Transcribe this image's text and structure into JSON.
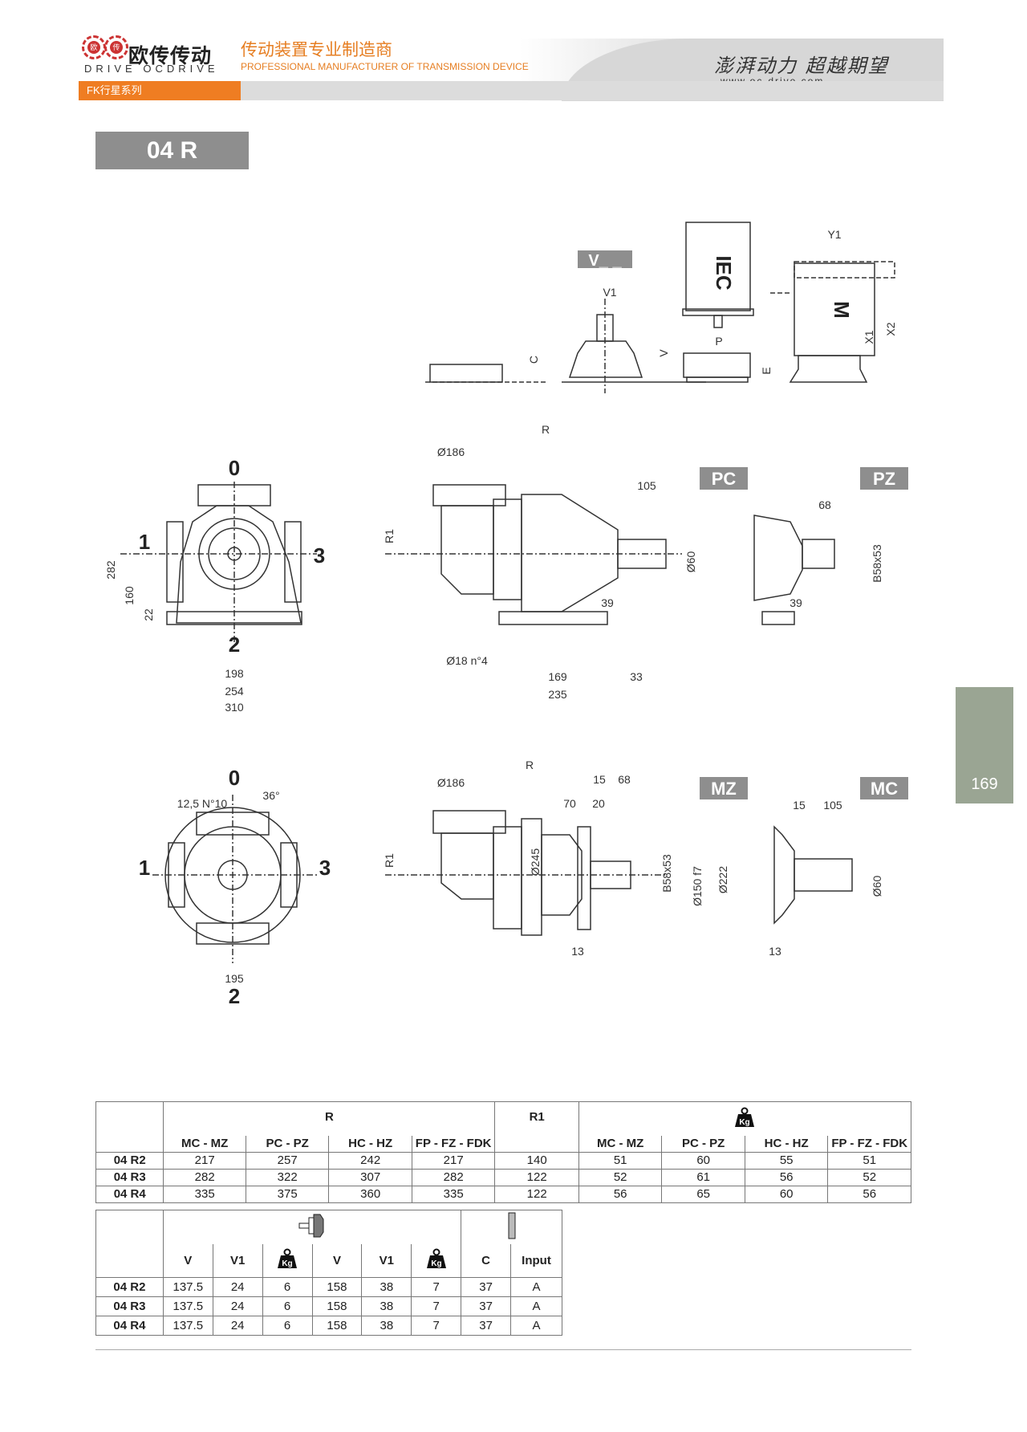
{
  "header": {
    "brand_cn": "欧传传动",
    "brand_en": "DRIVE OCDRIVE",
    "logo_left": "欧",
    "logo_right": "传",
    "tagline_cn": "传动装置专业制造商",
    "tagline_en": "PROFESSIONAL MANUFACTURER OF TRANSMISSION DEVICE",
    "slogan": "澎湃动力 超越期望",
    "website": "www.oc-drive.com",
    "series": "FK行星系列"
  },
  "model": "04 R",
  "page_number": "169",
  "drawing": {
    "labels": {
      "v_box": "V_ _",
      "iec": "IEC",
      "m": "M",
      "pc": "PC",
      "pz": "PZ",
      "mz": "MZ",
      "mc": "MC",
      "pos0": "0",
      "pos1": "1",
      "pos2": "2",
      "pos3": "3",
      "pos0b": "0",
      "pos1b": "1",
      "pos2b": "2",
      "pos3b": "3"
    },
    "dims": {
      "v1": "V1",
      "c": "C",
      "v": "V",
      "p": "P",
      "e": "E",
      "y1": "Y1",
      "x1": "X1",
      "x2": "X2",
      "d282": "282",
      "d160": "160",
      "d22": "22",
      "d198": "198",
      "d254": "254",
      "d310": "310",
      "r": "R",
      "r1": "R1",
      "d186": "Ø186",
      "d105": "105",
      "d60": "Ø60",
      "d39": "39",
      "d18": "Ø18 n°4",
      "d169": "169",
      "d235": "235",
      "d33": "33",
      "d68": "68",
      "b58": "B58x53",
      "d39b": "39",
      "d125": "12,5 N°10",
      "d36": "36°",
      "d195": "195",
      "r_b": "R",
      "d186b": "Ø186",
      "d15": "15",
      "d68b": "68",
      "d70": "70",
      "d20": "20",
      "r1b": "R1",
      "d245": "Ø245",
      "b58b": "B58x53",
      "d150": "Ø150 f7",
      "d222": "Ø222",
      "d13": "13",
      "d15b": "15",
      "d105b": "105",
      "d60b": "Ø60",
      "d13b": "13"
    }
  },
  "table1": {
    "group_r": "R",
    "group_r1": "R1",
    "group_kg_icon": "weight-icon",
    "kg": "Kg",
    "subheaders": [
      "MC - MZ",
      "PC - PZ",
      "HC - HZ",
      "FP - FZ - FDK"
    ],
    "kg_subheaders": [
      "MC - MZ",
      "PC - PZ",
      "HC - HZ",
      "FP - FZ - FDK"
    ],
    "rows": [
      {
        "label": "04 R2",
        "r": [
          "217",
          "257",
          "242",
          "217"
        ],
        "r1": "140",
        "kg": [
          "51",
          "60",
          "55",
          "51"
        ]
      },
      {
        "label": "04 R3",
        "r": [
          "282",
          "322",
          "307",
          "282"
        ],
        "r1": "122",
        "kg": [
          "52",
          "61",
          "56",
          "52"
        ]
      },
      {
        "label": "04 R4",
        "r": [
          "335",
          "375",
          "360",
          "335"
        ],
        "r1": "122",
        "kg": [
          "56",
          "65",
          "60",
          "56"
        ]
      }
    ]
  },
  "table2": {
    "kg": "Kg",
    "headers": [
      "V",
      "V1",
      "Kg",
      "V",
      "V1",
      "Kg",
      "C",
      "Input"
    ],
    "rows": [
      {
        "label": "04 R2",
        "cells": [
          "137.5",
          "24",
          "6",
          "158",
          "38",
          "7",
          "37",
          "A"
        ]
      },
      {
        "label": "04 R3",
        "cells": [
          "137.5",
          "24",
          "6",
          "158",
          "38",
          "7",
          "37",
          "A"
        ]
      },
      {
        "label": "04 R4",
        "cells": [
          "137.5",
          "24",
          "6",
          "158",
          "38",
          "7",
          "37",
          "A"
        ]
      }
    ]
  }
}
